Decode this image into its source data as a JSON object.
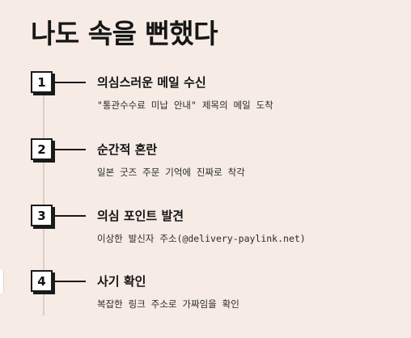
{
  "title": "나도 속을 뻔했다",
  "steps": [
    {
      "number": "1",
      "title": "의심스러운 메일 수신",
      "description": "\"통관수수료 미납 안내\" 제목의 메일 도착"
    },
    {
      "number": "2",
      "title": "순간적 혼란",
      "description": "일본 굿즈 주문 기억에 진짜로 착각"
    },
    {
      "number": "3",
      "title": "의심 포인트 발견",
      "description": "이상한 발신자 주소(@delivery-paylink.net)"
    },
    {
      "number": "4",
      "title": "사기 확인",
      "description": "복잡한 링크 주소로 가짜임을 확인"
    }
  ]
}
